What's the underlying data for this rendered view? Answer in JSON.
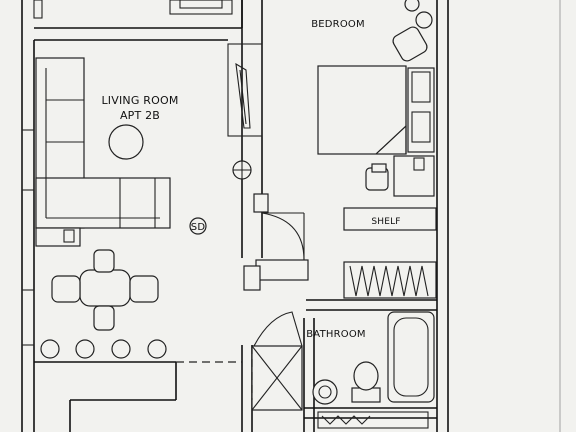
{
  "rooms": {
    "living": {
      "name": "LIVING ROOM",
      "unit": "APT 2B"
    },
    "bedroom": {
      "name": "BEDROOM"
    },
    "bathroom": {
      "name": "BATHROOM"
    }
  },
  "labels": {
    "shelf": "SHELF",
    "smoke_detector": "SD"
  },
  "colors": {
    "ink": "#111111",
    "paper": "#f2f2ef"
  }
}
